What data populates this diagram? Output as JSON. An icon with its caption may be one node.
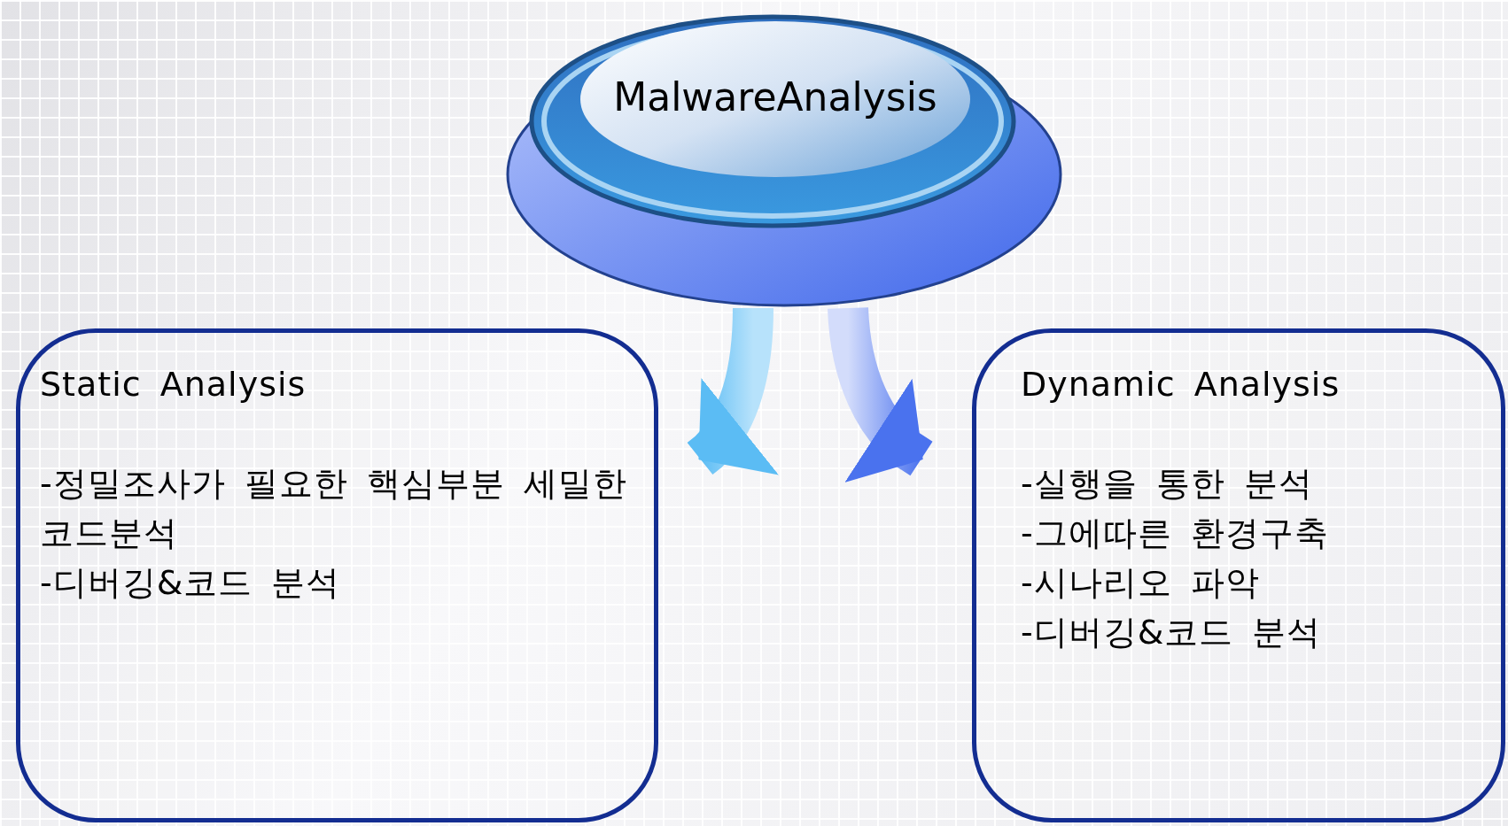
{
  "diagram": {
    "nodes": [
      {
        "text": [
          "MalwareAnalysis"
        ]
      },
      {
        "text": [
          "Static Analysis",
          "-정밀조사가 필요한 핵심부분 세밀한 코드분석",
          "-디버깅&코드 분석"
        ]
      },
      {
        "text": [
          "Dynamic Analysis",
          "-실행을 통한 분석",
          "-그에따른 환경구축",
          "-시나리오 파악",
          "-디버깅&코드 분석"
        ]
      }
    ],
    "edges": [
      {
        "from": 0,
        "to": 1,
        "arrow": "to"
      },
      {
        "from": 0,
        "to": 2,
        "arrow": "to"
      }
    ]
  }
}
